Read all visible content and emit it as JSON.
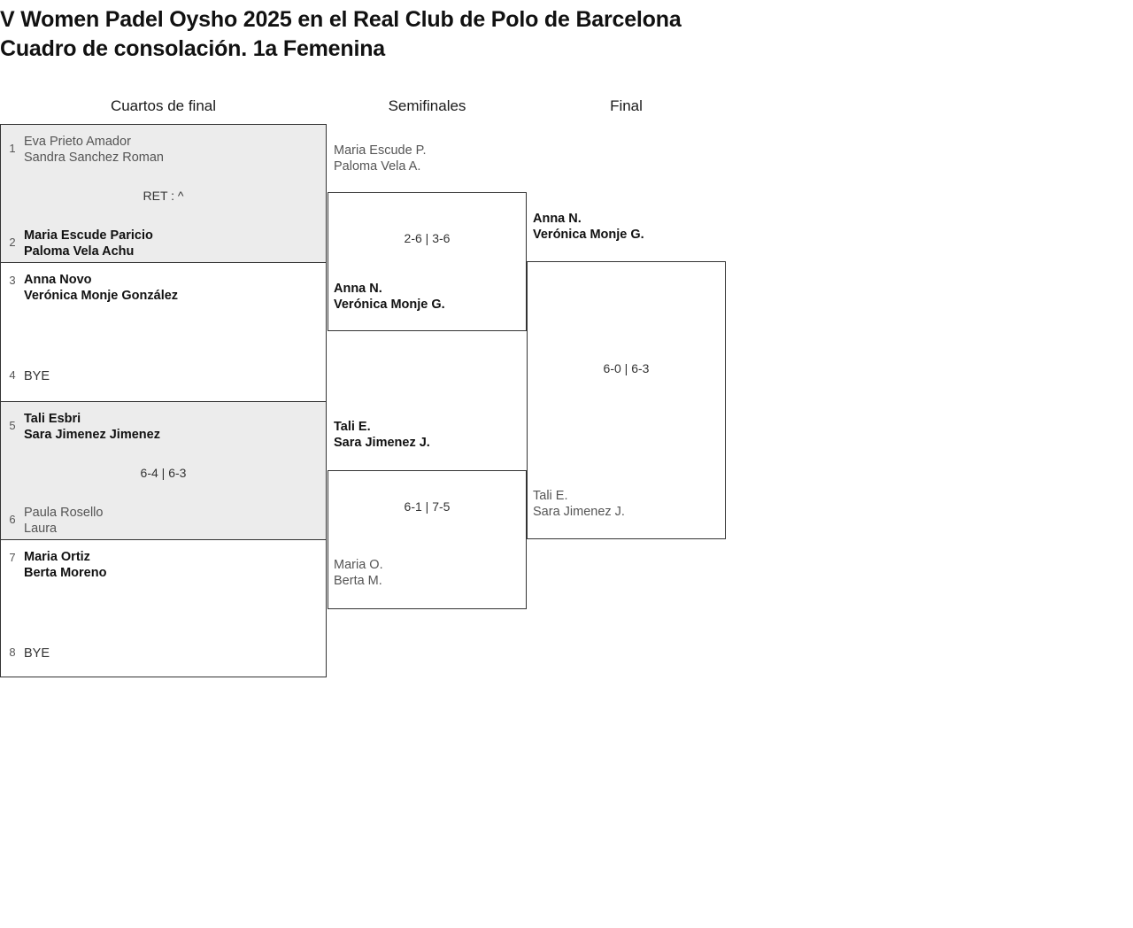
{
  "header": {
    "title_line1": "V Women Padel Oysho 2025 en el Real Club de Polo de Barcelona",
    "title_line2": "Cuadro de consolación. 1a Femenina"
  },
  "rounds": [
    {
      "id": "qf",
      "label": "Cuartos de final"
    },
    {
      "id": "sf",
      "label": "Semifinales"
    },
    {
      "id": "f",
      "label": "Final"
    }
  ],
  "quarterfinals": [
    {
      "shaded": true,
      "score": "RET : ^",
      "top": {
        "seed": "1",
        "player1": "Eva Prieto Amador",
        "player2": "Sandra Sanchez Roman",
        "winner": false
      },
      "bottom": {
        "seed": "2",
        "player1": "Maria Escude Paricio",
        "player2": "Paloma Vela Achu",
        "winner": true
      }
    },
    {
      "shaded": false,
      "score": "",
      "top": {
        "seed": "3",
        "player1": "Anna Novo",
        "player2": "Verónica Monje González",
        "winner": true
      },
      "bottom": {
        "seed": "4",
        "bye": "BYE",
        "winner": false
      }
    },
    {
      "shaded": true,
      "score": "6-4 | 6-3",
      "top": {
        "seed": "5",
        "player1": "Tali Esbri",
        "player2": "Sara Jimenez Jimenez",
        "winner": true
      },
      "bottom": {
        "seed": "6",
        "player1": "Paula Rosello",
        "player2": "Laura",
        "winner": false
      }
    },
    {
      "shaded": false,
      "score": "",
      "top": {
        "seed": "7",
        "player1": "Maria Ortiz",
        "player2": "Berta Moreno",
        "winner": true
      },
      "bottom": {
        "seed": "8",
        "bye": "BYE",
        "winner": false
      }
    }
  ],
  "semifinals": [
    {
      "score": "2-6 | 3-6",
      "top": {
        "player1": "Maria Escude P.",
        "player2": "Paloma Vela A.",
        "winner": false
      },
      "bottom": {
        "player1": "Anna N.",
        "player2": "Verónica Monje G.",
        "winner": true
      }
    },
    {
      "score": "6-1 | 7-5",
      "top": {
        "player1": "Tali E.",
        "player2": "Sara Jimenez J.",
        "winner": true
      },
      "bottom": {
        "player1": "Maria O.",
        "player2": "Berta M.",
        "winner": false
      }
    }
  ],
  "final": {
    "score": "6-0 | 6-3",
    "top": {
      "player1": "Anna N.",
      "player2": "Verónica Monje G.",
      "winner": true
    },
    "bottom": {
      "player1": "Tali E.",
      "player2": "Sara Jimenez J.",
      "winner": false
    }
  },
  "colors": {
    "shade": "#ececec",
    "border": "#333333",
    "winner_text": "#111111",
    "loser_text": "#555555"
  }
}
